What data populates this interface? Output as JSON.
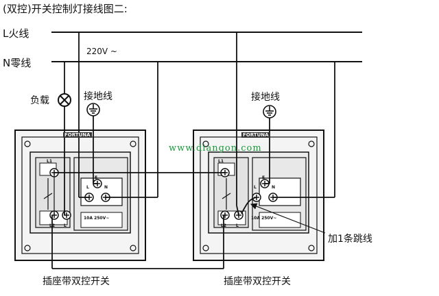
{
  "title": "(双控)开关控制灯接线图二:",
  "lines": {
    "live": "L火线",
    "neutral": "N零线",
    "voltage": "220V ~"
  },
  "labels": {
    "load": "负载",
    "ground_left": "接地线",
    "ground_right": "接地线",
    "jumper": "加1条跳线",
    "watermark": "www.diangon.com"
  },
  "devices": [
    {
      "caption": "插座带双控开关",
      "brand": "FORTUNA",
      "rating": "10A 250V~",
      "terminal_common": "L1",
      "terminal_bottom_left": "L2",
      "terminal_bottom_right": "L",
      "socket_terminals": [
        "L",
        "E",
        "N"
      ]
    },
    {
      "caption": "插座带双控开关",
      "brand": "FORTUNA",
      "rating": "10A 250V~",
      "terminal_common": "L1",
      "terminal_bottom_left": "L2",
      "terminal_bottom_right": "L",
      "socket_terminals": [
        "L",
        "E",
        "N"
      ]
    }
  ],
  "colors": {
    "wire": "#111111",
    "watermark": "#1a9a3a"
  }
}
